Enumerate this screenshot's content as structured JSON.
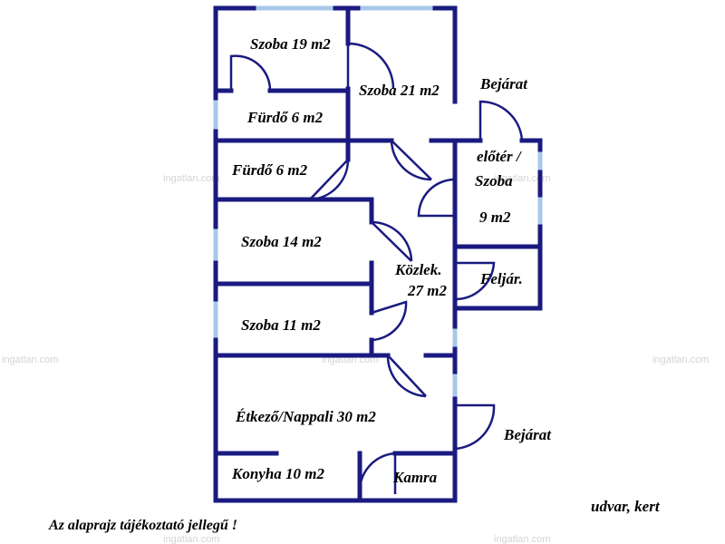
{
  "watermark": "ingatlan.com",
  "colors": {
    "wall": "#1a1a80",
    "window": "#a8c8ea",
    "door": "#1a1a80",
    "text": "#000000"
  },
  "rooms": {
    "szoba19": "Szoba 19 m2",
    "szoba21": "Szoba 21 m2",
    "furdo6a": "Fürdő 6 m2",
    "furdo6b": "Fürdő 6 m2",
    "eloter_line1": "előtér /",
    "eloter_line2": "Szoba",
    "eloter_line3": "9 m2",
    "szoba14": "Szoba 14 m2",
    "kozlek_line1": "Közlek.",
    "kozlek_line2": "27 m2",
    "feljar": "Feljár.",
    "szoba11": "Szoba 11 m2",
    "etkezo": "Étkező/Nappali 30 m2",
    "konyha": "Konyha 10 m2",
    "kamra": "Kamra"
  },
  "labels": {
    "bejarat_top": "Bejárat",
    "bejarat_bottom": "Bejárat",
    "udvar": "udvar, kert",
    "disclaimer": "Az alaprajz tájékoztató jellegű !"
  }
}
